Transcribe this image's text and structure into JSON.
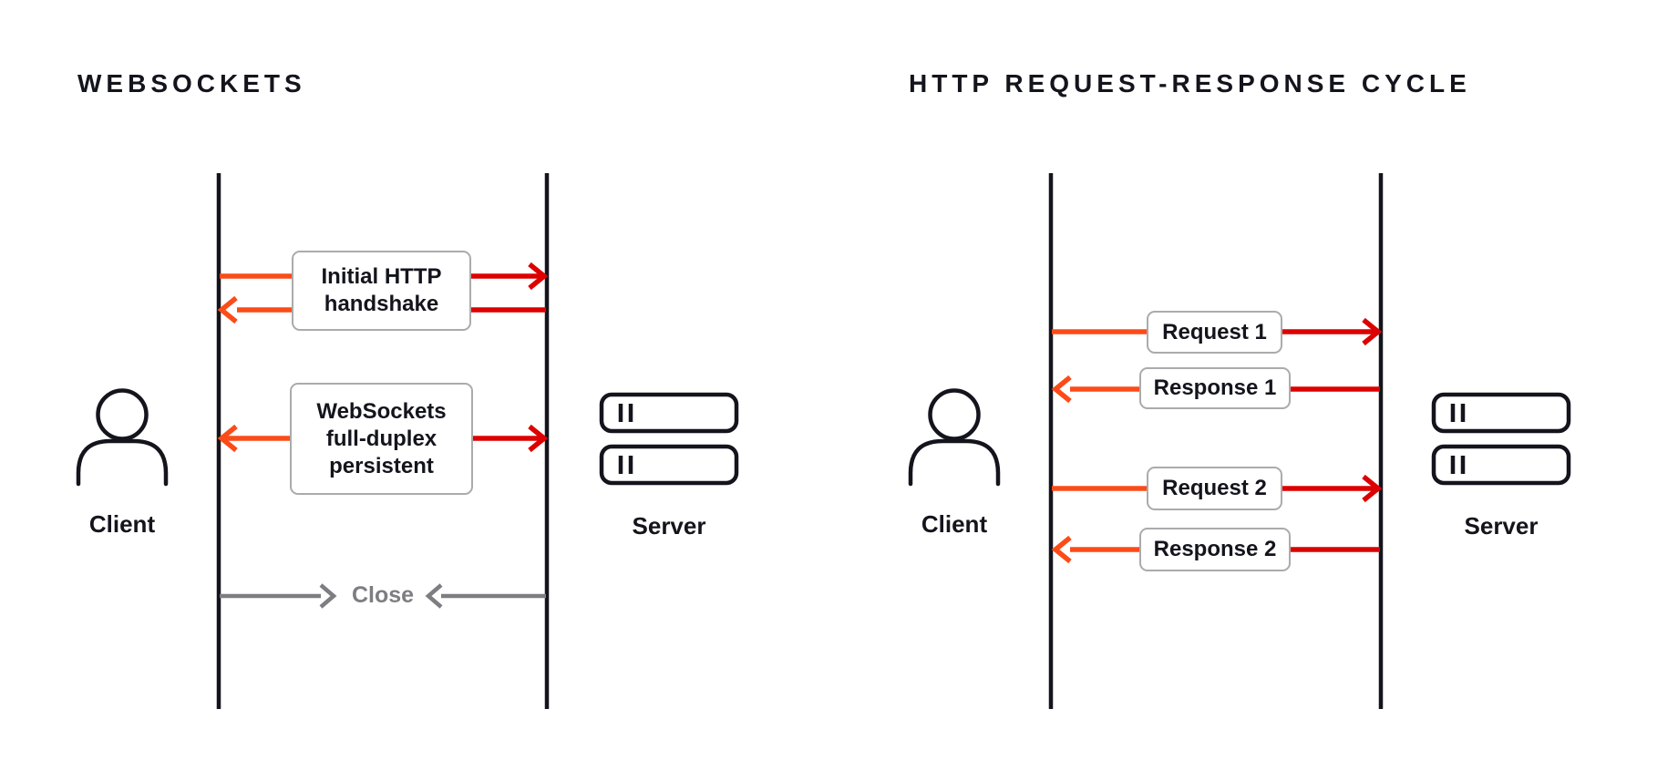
{
  "colors": {
    "dark": "#14141D",
    "orange": "#FB4B19",
    "red": "#DC0000",
    "gray": "#7D7D82",
    "box_border": "#ABABAB",
    "background": "#FFFFFF"
  },
  "icons": {
    "client": "person-icon",
    "server": "server-rack-icon"
  },
  "left_panel": {
    "title": "WEBSOCKETS",
    "client_label": "Client",
    "server_label": "Server",
    "rows": {
      "handshake": {
        "label": "Initial HTTP\nhandshake",
        "direction": "client-to-server then server-to-client"
      },
      "duplex": {
        "label": "WebSockets\nfull-duplex\npersistent",
        "direction": "bidirectional"
      },
      "close": {
        "label": "Close",
        "direction": "both ends converge"
      }
    }
  },
  "right_panel": {
    "title": "HTTP REQUEST-RESPONSE CYCLE",
    "client_label": "Client",
    "server_label": "Server",
    "messages": [
      {
        "label": "Request 1",
        "direction": "client-to-server"
      },
      {
        "label": "Response 1",
        "direction": "server-to-client"
      },
      {
        "label": "Request 2",
        "direction": "client-to-server"
      },
      {
        "label": "Response 2",
        "direction": "server-to-client"
      }
    ]
  }
}
